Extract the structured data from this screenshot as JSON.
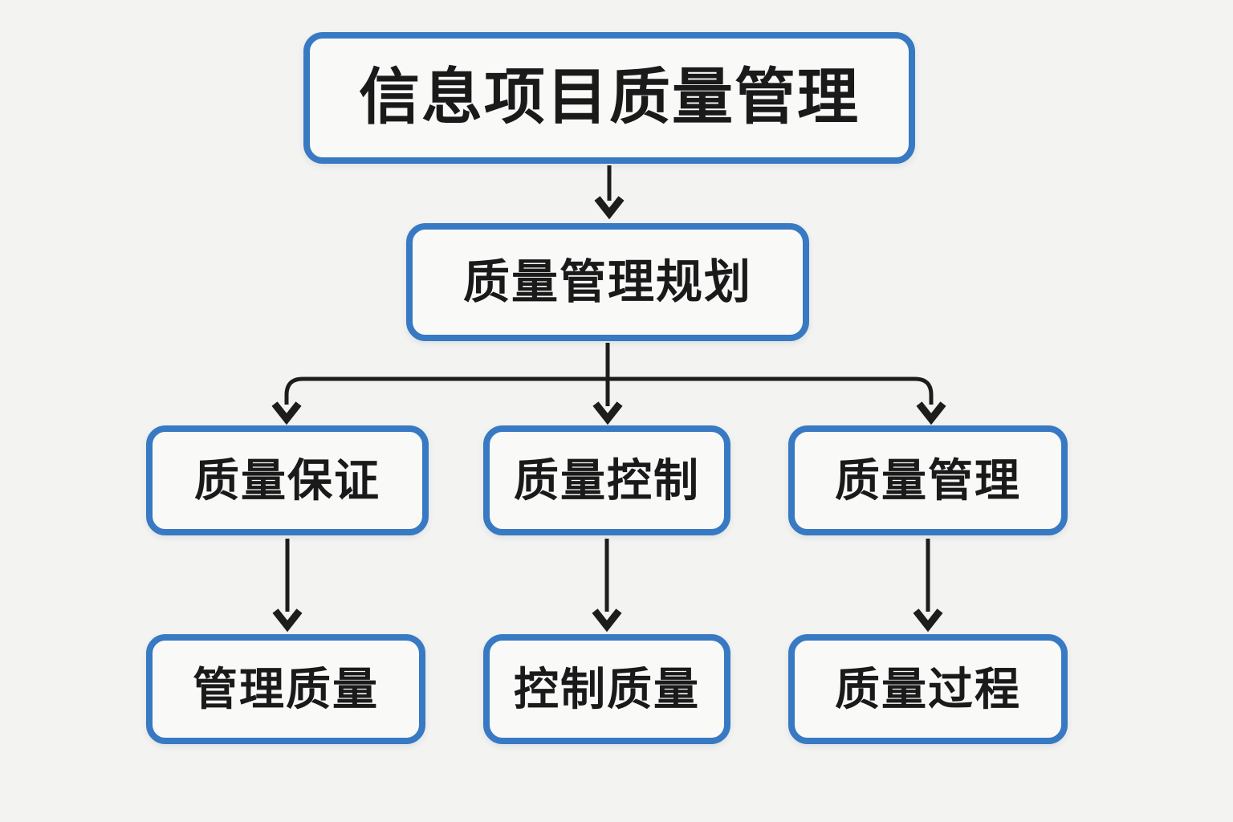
{
  "diagram": {
    "type": "flowchart",
    "title": "信息项目质量管理",
    "nodes": {
      "root": {
        "label": "信息项目质量管理"
      },
      "planning": {
        "label": "质量管理规划"
      },
      "qa": {
        "label": "质量保证"
      },
      "qc": {
        "label": "质量控制"
      },
      "qm": {
        "label": "质量管理"
      },
      "manage_quality": {
        "label": "管理质量"
      },
      "control_quality": {
        "label": "控制质量"
      },
      "quality_process": {
        "label": "质量过程"
      }
    },
    "edges": [
      {
        "from": "root",
        "to": "planning"
      },
      {
        "from": "planning",
        "to": "qa"
      },
      {
        "from": "planning",
        "to": "qc"
      },
      {
        "from": "planning",
        "to": "qm"
      },
      {
        "from": "qa",
        "to": "manage_quality"
      },
      {
        "from": "qc",
        "to": "control_quality"
      },
      {
        "from": "qm",
        "to": "quality_process"
      }
    ],
    "colors": {
      "background": "#f3f3f1",
      "box_border": "#3879c3",
      "box_fill": "#f9f9f8",
      "arrow": "#1d1d1d",
      "text": "#1a1a1a"
    }
  }
}
